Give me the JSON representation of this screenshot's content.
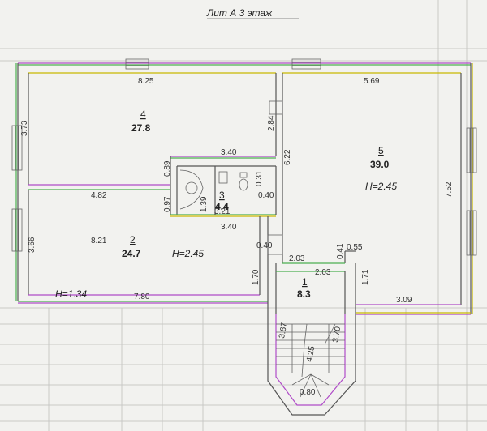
{
  "title": "Лит А     3 этаж",
  "rooms": [
    {
      "number": "4",
      "area": "27.8"
    },
    {
      "number": "5",
      "area": "39.0"
    },
    {
      "number": "3",
      "area": "4.4"
    },
    {
      "number": "2",
      "area": "24.7"
    },
    {
      "number": "1",
      "area": "8.3"
    }
  ],
  "heights": {
    "room5": "H=2.45",
    "room2": "H=2.45",
    "left_bottom": "H=1.34"
  },
  "dimensions": {
    "d825": "8.25",
    "d569": "5.69",
    "d373": "3.73",
    "d284": "2.84",
    "d622": "6.22",
    "d340a": "3.40",
    "d089": "0.89",
    "d031": "0.31",
    "d040a": "0.40",
    "d752": "7.52",
    "d482": "4.82",
    "d097": "0.97",
    "d139": "1.39",
    "d321": "3.21",
    "d340b": "3.40",
    "d366": "3.66",
    "d821": "8.21",
    "d040b": "0.40",
    "d203a": "2.03",
    "d041": "0.41",
    "d055": "0.55",
    "d203b": "2.03",
    "d170": "1.70",
    "d171": "1.71",
    "d780": "7.80",
    "d309": "3.09",
    "d367": "3.67",
    "d370": "3.70",
    "d425": "4.25",
    "d080": "0.80"
  }
}
